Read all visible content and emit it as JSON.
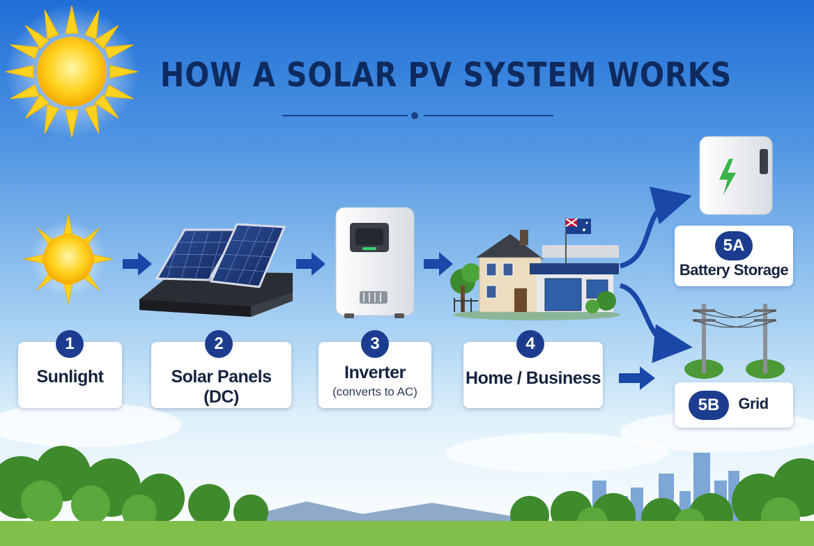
{
  "title": "HOW A SOLAR PV SYSTEM WORKS",
  "steps": [
    {
      "number": "1",
      "label": "Sunlight"
    },
    {
      "number": "2",
      "label": "Solar Panels (DC)"
    },
    {
      "number": "3",
      "label": "Inverter",
      "sublabel": "(converts to AC)"
    },
    {
      "number": "4",
      "label": "Home / Business"
    }
  ],
  "outputs": {
    "battery": {
      "badge": "5A",
      "label": "Battery Storage"
    },
    "grid": {
      "badge": "5B",
      "label": "Grid"
    }
  },
  "colors": {
    "navy": "#1c3d8f",
    "title": "#0e2a5e",
    "sun": "#ffd21f",
    "bolt": "#38b449",
    "arrow": "#1a48a8"
  }
}
